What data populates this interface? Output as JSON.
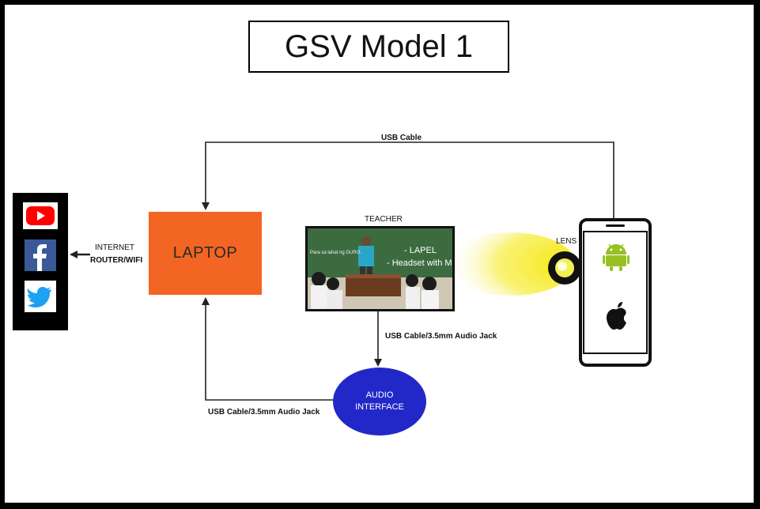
{
  "title": "GSV Model 1",
  "social": {
    "icons": [
      "youtube-icon",
      "facebook-icon",
      "twitter-icon"
    ]
  },
  "laptop": {
    "label": "LAPTOP"
  },
  "internet": {
    "line1": "INTERNET",
    "line2": "ROUTER/WIFI"
  },
  "usb_top": {
    "label": "USB Cable"
  },
  "teacher": {
    "label": "TEACHER",
    "banner": "Para sa lahat ng GURO.",
    "lapel": "- LAPEL",
    "headset": "- Headset with Mic"
  },
  "lens": {
    "label": "LENS"
  },
  "phone": {
    "icons": [
      "android-icon",
      "apple-icon"
    ]
  },
  "usb_audio": {
    "label": "USB Cable/3.5mm Audio Jack"
  },
  "audio_interface": {
    "line1": "AUDIO",
    "line2": "INTERFACE"
  },
  "usb_bottom": {
    "label": "USB Cable/3.5mm Audio Jack"
  },
  "colors": {
    "laptop": "#f26522",
    "audio_interface": "#2228c8",
    "youtube": "#ff0000",
    "facebook": "#3b5998",
    "twitter": "#1da1f2",
    "android": "#97c024",
    "light_beam": "#f5e600"
  }
}
